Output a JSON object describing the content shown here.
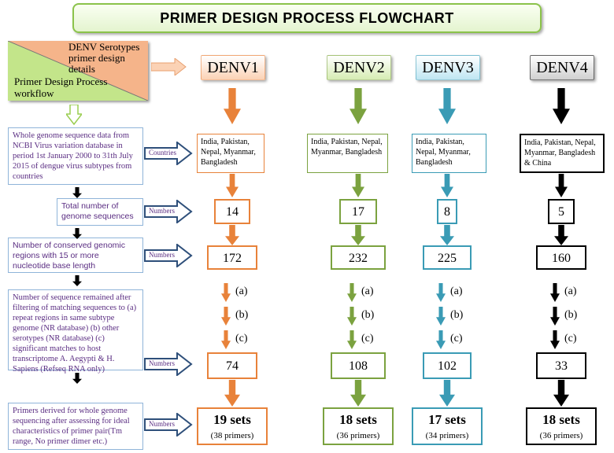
{
  "title": "PRIMER DESIGN PROCESS FLOWCHART",
  "header": {
    "right_text": "DENV Serotypes primer design details",
    "left_text": "Primer Design Process workflow",
    "orange": "#f5b48a",
    "green": "#c3e58a"
  },
  "steps": [
    {
      "text": "Whole genome sequence data from NCBI Virus variation database in period 1st January 2000 to 31th July 2015 of dengue virus subtypes from countries",
      "arrow_label": "Countries"
    },
    {
      "text": "Total number of genome sequences",
      "arrow_label": "Numbers"
    },
    {
      "text": "Number of conserved genomic regions with 15 or more nucleotide base length",
      "arrow_label": "Numbers"
    },
    {
      "text": "Number of sequence remained after filtering of matching sequences to (a) repeat regions in same subtype genome (NR database) (b) other serotypes (NR database) (c) significant matches to host transcriptome A. Aegypti & H. Sapiens (Refseq RNA only)",
      "arrow_label": "Numbers"
    },
    {
      "text": "Primers derived for whole genome sequencing after assessing for ideal characteristics of primer pair(Tm range, No primer dimer etc.)",
      "arrow_label": "Numbers"
    }
  ],
  "filter_labels": [
    "(a)",
    "(b)",
    "(c)"
  ],
  "columns": [
    {
      "name": "DENV1",
      "color": "#e8823a",
      "header_bg": "#fbd2b5",
      "countries": "India, Pakistan, Nepal, Myanmar, Bangladesh",
      "genomes": "14",
      "conserved": "172",
      "remaining": "74",
      "sets": "19 sets",
      "primers": "(38 primers)"
    },
    {
      "name": "DENV2",
      "color": "#7ba23f",
      "header_bg": "#d6ecb3",
      "countries": "India, Pakistan, Nepal, Myanmar, Bangladesh",
      "genomes": "17",
      "conserved": "232",
      "remaining": "108",
      "sets": "18 sets",
      "primers": "(36 primers)"
    },
    {
      "name": "DENV3",
      "color": "#3a9bb5",
      "header_bg": "#bfe6f2",
      "countries": "India, Pakistan, Nepal, Myanmar, Bangladesh",
      "genomes": "8",
      "conserved": "225",
      "remaining": "102",
      "sets": "17 sets",
      "primers": "(34 primers)"
    },
    {
      "name": "DENV4",
      "color": "#000000",
      "header_bg": "#d0d0d0",
      "countries": "India, Pakistan, Nepal, Myanmar, Bangladesh & China",
      "genomes": "5",
      "conserved": "160",
      "remaining": "33",
      "sets": "18 sets",
      "primers": "(36 primers)"
    }
  ]
}
